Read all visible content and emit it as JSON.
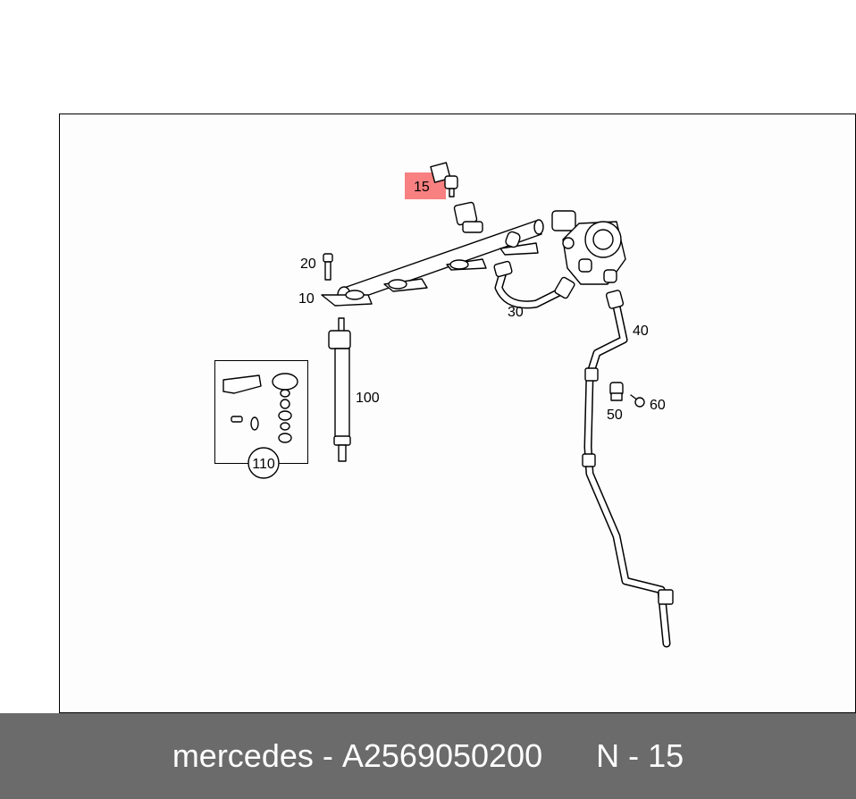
{
  "diagram": {
    "highlight_color": "#f88080",
    "labels": {
      "p10": "10",
      "p15": "15",
      "p20": "20",
      "p30": "30",
      "p40": "40",
      "p50": "50",
      "p60": "60",
      "p100": "100",
      "p110": "110"
    },
    "highlighted_part": "15"
  },
  "footer": {
    "brand": "mercedes",
    "separator": " - ",
    "part_number": "A2569050200",
    "position_label": "N - 15"
  }
}
